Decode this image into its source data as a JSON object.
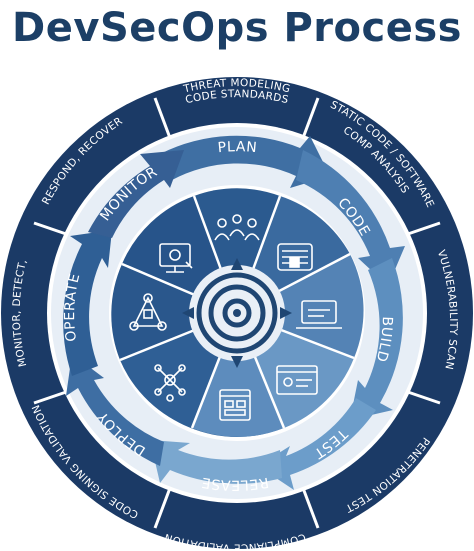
{
  "title": "DevSecOps Process",
  "outer_ring": [
    {
      "id": "threat",
      "line1": "THREAT MODELING",
      "line2": "CODE STANDARDS"
    },
    {
      "id": "static",
      "line1": "STATIC CODE / SOFTWARE",
      "line2": "COMP ANALYSIS"
    },
    {
      "id": "vuln",
      "line1": "VULNERABILITY SCAN",
      "line2": ""
    },
    {
      "id": "pentest",
      "line1": "PENETRATION TEST",
      "line2": ""
    },
    {
      "id": "compliance",
      "line1": "COMPLIANCE VALIDATION",
      "line2": ""
    },
    {
      "id": "codesign",
      "line1": "CODE SIGNING VALIDATION",
      "line2": ""
    },
    {
      "id": "monitor-detect",
      "line1": "MONITOR, DETECT,",
      "line2": ""
    },
    {
      "id": "respond",
      "line1": "RESPOND, RECOVER",
      "line2": ""
    }
  ],
  "phases": [
    {
      "id": "plan",
      "label": "PLAN",
      "color": "#3f6fa3"
    },
    {
      "id": "code",
      "label": "CODE",
      "color": "#4e7fb2"
    },
    {
      "id": "build",
      "label": "BUILD",
      "color": "#5d8fbf"
    },
    {
      "id": "test",
      "label": "TEST",
      "color": "#6c9dca"
    },
    {
      "id": "release",
      "label": "RELEASE",
      "color": "#7aa7cf"
    },
    {
      "id": "deploy",
      "label": "DEPLOY",
      "color": "#3e6ea3"
    },
    {
      "id": "operate",
      "label": "OPERATE",
      "color": "#2f5f95"
    },
    {
      "id": "monitor",
      "label": "MONITOR",
      "color": "#365f94"
    }
  ],
  "icons": [
    {
      "id": "team-icon"
    },
    {
      "id": "binary-code-icon"
    },
    {
      "id": "laptop-build-icon"
    },
    {
      "id": "test-dashboard-icon"
    },
    {
      "id": "release-window-icon"
    },
    {
      "id": "deploy-network-icon"
    },
    {
      "id": "operate-triangle-icon"
    },
    {
      "id": "monitor-screen-icon"
    }
  ],
  "colors": {
    "title": "#1c3f66",
    "outer_ring": "#1b3a66",
    "inner_disc": "#2e5f94",
    "center": "#e9eff6"
  }
}
